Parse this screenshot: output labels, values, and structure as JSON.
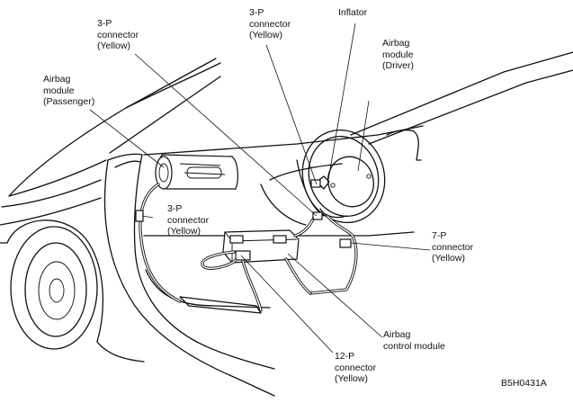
{
  "labels": {
    "connector_3p_top_left": "3-P\nconnector\n(Yellow)",
    "connector_3p_top_right": "3-P\nconnector\n(Yellow)",
    "inflator": "Inflator",
    "airbag_module_driver": "Airbag\nmodule\n(Driver)",
    "airbag_module_passenger": "Airbag\nmodule\n(Passenger)",
    "connector_3p_middle": "3-P\nconnector\n(Yellow)",
    "connector_7p": "7-P\nconnector\n(Yellow)",
    "airbag_control_module": "Airbag\ncontrol module",
    "connector_12p": "12-P\nconnector\n(Yellow)",
    "figure_code": "B5H0431A"
  }
}
